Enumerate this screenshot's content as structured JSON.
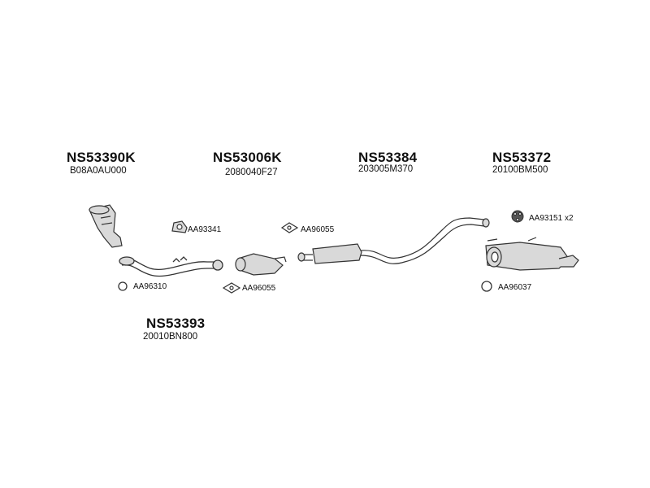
{
  "groups": [
    {
      "part_number": "NS53390K",
      "oem_code": "B08A0AU000"
    },
    {
      "part_number": "NS53006K",
      "oem_code": "2080040F27"
    },
    {
      "part_number": "NS53384",
      "oem_code": "203005M370"
    },
    {
      "part_number": "NS53372",
      "oem_code": "20100BM500"
    },
    {
      "part_number": "NS53393",
      "oem_code": "20010BN800"
    }
  ],
  "accessories": [
    {
      "code": "AA93341"
    },
    {
      "code": "AA96055"
    },
    {
      "code": "AA96310"
    },
    {
      "code": "AA96055"
    },
    {
      "code": "AA93151",
      "qty": "x2"
    },
    {
      "code": "AA96037"
    }
  ],
  "colors": {
    "line": "#333333",
    "fill": "#d9d9d9",
    "text": "#111111"
  }
}
